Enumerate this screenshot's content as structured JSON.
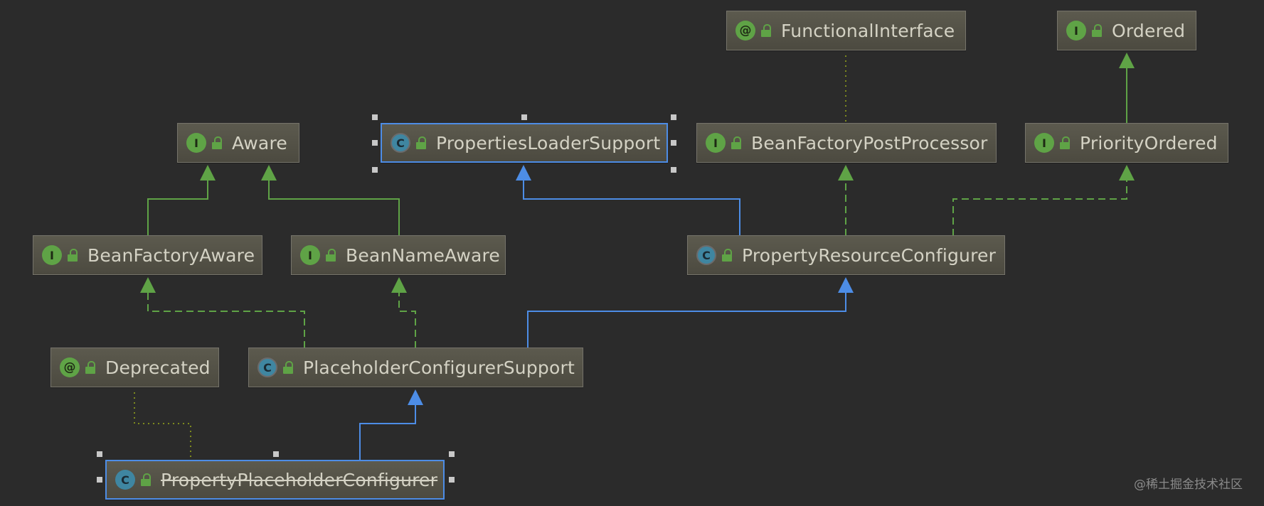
{
  "nodes": [
    {
      "id": "functional-interface",
      "kind": "annotation",
      "glyph": "@",
      "name": "FunctionalInterface"
    },
    {
      "id": "ordered",
      "kind": "interface",
      "glyph": "I",
      "name": "Ordered"
    },
    {
      "id": "aware",
      "kind": "interface",
      "glyph": "I",
      "name": "Aware"
    },
    {
      "id": "properties-loader-support",
      "kind": "class",
      "glyph": "C",
      "name": "PropertiesLoaderSupport"
    },
    {
      "id": "bean-factory-post-processor",
      "kind": "interface",
      "glyph": "I",
      "name": "BeanFactoryPostProcessor"
    },
    {
      "id": "priority-ordered",
      "kind": "interface",
      "glyph": "I",
      "name": "PriorityOrdered"
    },
    {
      "id": "bean-factory-aware",
      "kind": "interface",
      "glyph": "I",
      "name": "BeanFactoryAware"
    },
    {
      "id": "bean-name-aware",
      "kind": "interface",
      "glyph": "I",
      "name": "BeanNameAware"
    },
    {
      "id": "property-resource-configurer",
      "kind": "class",
      "glyph": "C",
      "name": "PropertyResourceConfigurer"
    },
    {
      "id": "deprecated",
      "kind": "annotation",
      "glyph": "@",
      "name": "Deprecated"
    },
    {
      "id": "placeholder-configurer-support",
      "kind": "class",
      "glyph": "C",
      "name": "PlaceholderConfigurerSupport"
    },
    {
      "id": "property-placeholder-configurer",
      "kind": "class",
      "glyph": "C",
      "name": "PropertyPlaceholderConfigurer",
      "deprecated": true
    }
  ],
  "colors": {
    "interface_edge": "#5fa346",
    "class_edge": "#4d8de6",
    "annotation_edge": "#7d8a1e",
    "background": "#2b2b2b"
  },
  "watermark": "@稀土掘金技术社区"
}
